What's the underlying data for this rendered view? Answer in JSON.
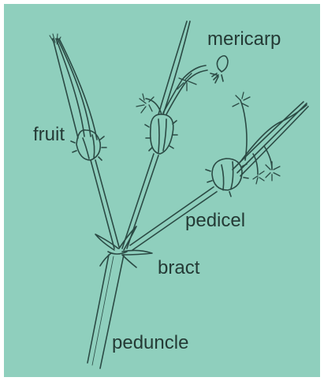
{
  "figure": {
    "background": "#8fcfbd",
    "ink": "#2b4a44",
    "labels": {
      "mericarp": "mericarp",
      "fruit": "fruit",
      "pedicel": "pedicel",
      "bract": "bract",
      "peduncle": "peduncle"
    }
  }
}
